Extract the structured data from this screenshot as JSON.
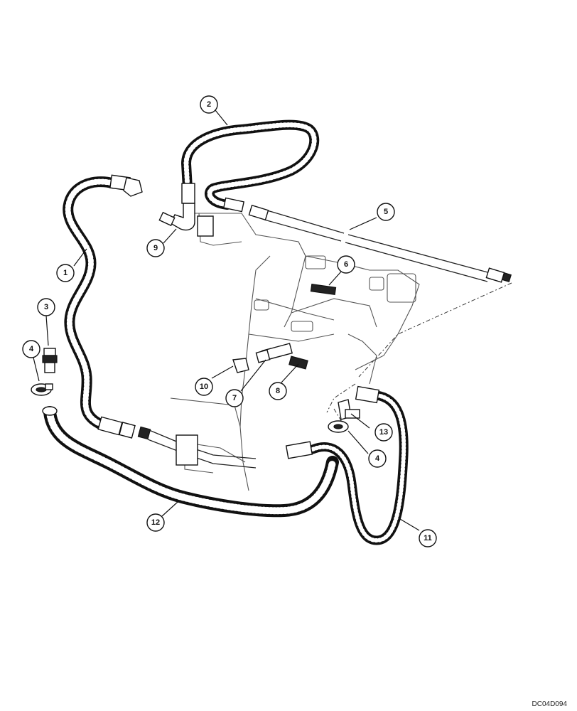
{
  "callouts": [
    {
      "id": "callout-1",
      "label": "1"
    },
    {
      "id": "callout-2",
      "label": "2"
    },
    {
      "id": "callout-3",
      "label": "3"
    },
    {
      "id": "callout-4a",
      "label": "4"
    },
    {
      "id": "callout-4b",
      "label": "4"
    },
    {
      "id": "callout-5",
      "label": "5"
    },
    {
      "id": "callout-6",
      "label": "6"
    },
    {
      "id": "callout-7",
      "label": "7"
    },
    {
      "id": "callout-8",
      "label": "8"
    },
    {
      "id": "callout-9",
      "label": "9"
    },
    {
      "id": "callout-10",
      "label": "10"
    },
    {
      "id": "callout-11",
      "label": "11"
    },
    {
      "id": "callout-12",
      "label": "12"
    },
    {
      "id": "callout-13",
      "label": "13"
    }
  ],
  "drawing_code": "DC04D094"
}
